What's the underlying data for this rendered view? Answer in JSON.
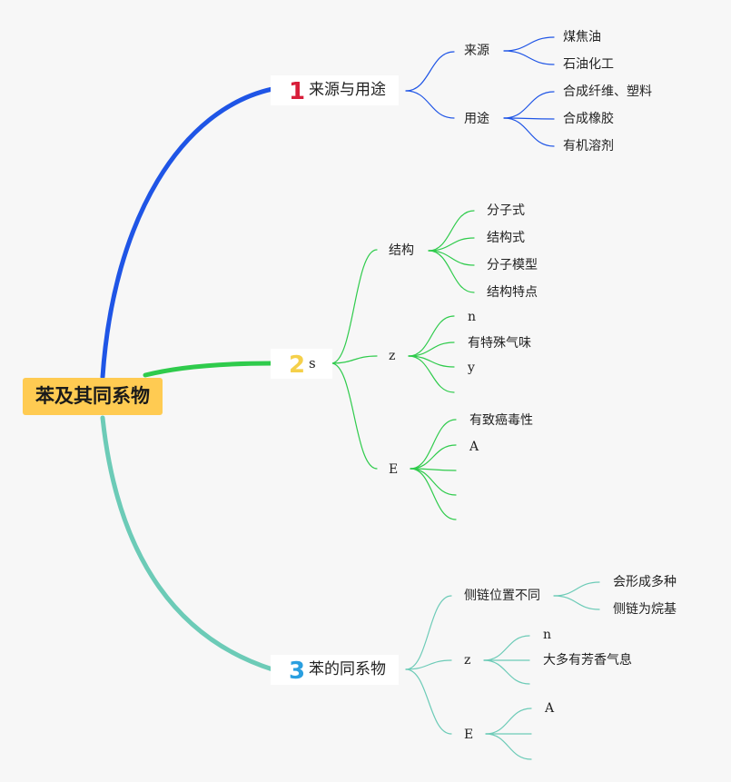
{
  "root": {
    "label": "苯及其同系物"
  },
  "branches": [
    {
      "number": "1",
      "label": "来源与用途",
      "color": "#1f55e6",
      "subs": [
        {
          "label": "来源",
          "leaves": [
            "煤焦油",
            "石油化工"
          ]
        },
        {
          "label": "用途",
          "leaves": [
            "合成纤维、塑料",
            "合成橡胶",
            "有机溶剂"
          ]
        }
      ]
    },
    {
      "number": "2",
      "label": "s",
      "color": "#2fcb4c",
      "subs": [
        {
          "label": "结构",
          "leaves": [
            "分子式",
            "结构式",
            "分子模型",
            "结构特点"
          ]
        },
        {
          "label": "z",
          "leaves": [
            "n",
            "有特殊气味",
            "y",
            ""
          ]
        },
        {
          "label": "E",
          "leaves": [
            "有致癌毒性",
            "A",
            "",
            "",
            ""
          ]
        }
      ]
    },
    {
      "number": "3",
      "label": "苯的同系物",
      "color": "#6ccbb7",
      "subs": [
        {
          "label": "侧链位置不同",
          "leaves": [
            "会形成多种",
            "侧链为烷基"
          ]
        },
        {
          "label": "z",
          "leaves": [
            "n",
            "大多有芳香气息",
            ""
          ]
        },
        {
          "label": "E",
          "leaves": [
            "A",
            "",
            ""
          ]
        }
      ]
    }
  ],
  "colors": {
    "num1": "#d81e3a",
    "num2": "#f5d04a",
    "num3": "#2a9fe0",
    "root_bg": "#ffcb52"
  }
}
